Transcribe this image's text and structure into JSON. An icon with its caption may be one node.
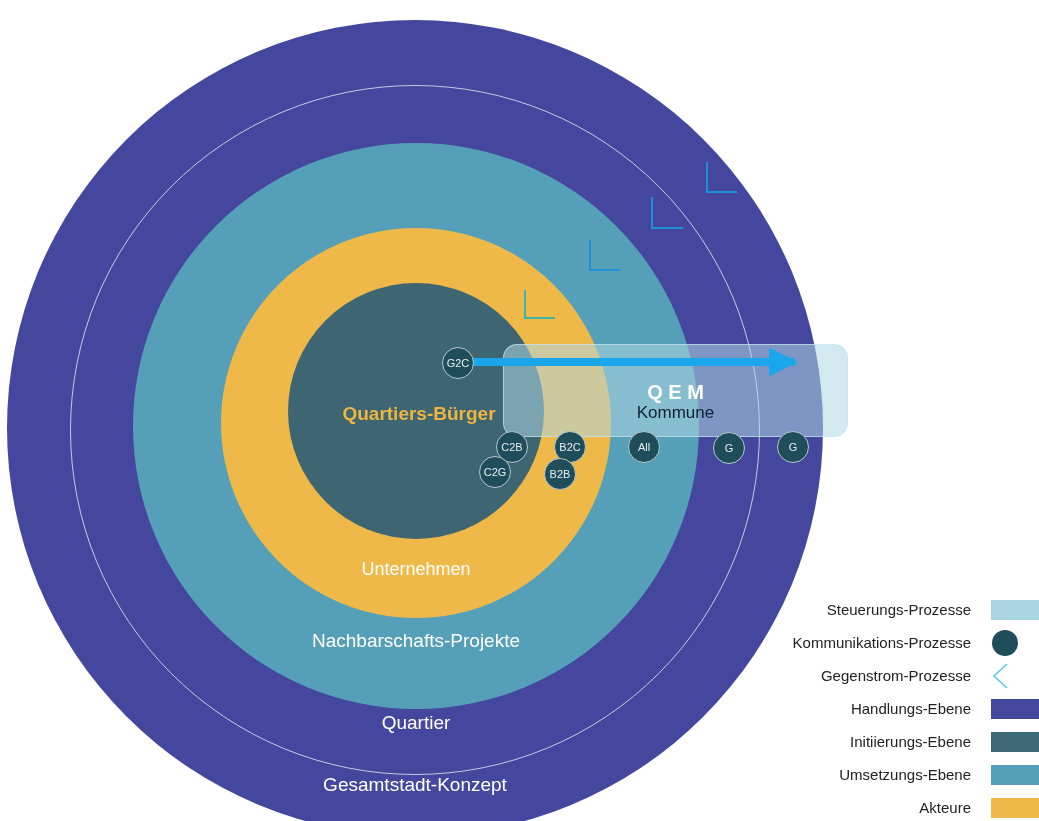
{
  "diagram": {
    "nodes": [
      {
        "text": [
          "Gesamtstadt-Konzept"
        ]
      },
      {
        "text": [
          "Quartier"
        ],
        "in": 0
      },
      {
        "text": [
          "Nachbarschafts-Projekte"
        ],
        "in": 1
      },
      {
        "text": [
          "Unternehmen"
        ],
        "in": 2
      },
      {
        "text": [
          "Quartiers-Bürger"
        ],
        "in": 3
      },
      {
        "text": [
          "Q E M",
          "Kommune"
        ]
      },
      {
        "text": [
          "G2C"
        ],
        "in": 4
      },
      {
        "text": [
          "C2B"
        ],
        "in": 4
      },
      {
        "text": [
          "B2C"
        ],
        "in": 3
      },
      {
        "text": [
          "All"
        ],
        "in": 2
      },
      {
        "text": [
          "G"
        ],
        "in": 1
      },
      {
        "text": [
          "G"
        ],
        "in": 0
      },
      {
        "text": [
          "C2G"
        ],
        "in": 4
      },
      {
        "text": [
          "B2B"
        ],
        "in": 3
      }
    ],
    "edges": [
      {
        "from": 6,
        "to": 5,
        "arrow": "to"
      }
    ],
    "legend": [
      {
        "text": "Steuerungs-Prozesse",
        "color": "#a9d4e2"
      },
      {
        "text": "Kommunikations-Prozesse"
      },
      {
        "text": "Gegenstrom-Prozesse"
      },
      {
        "text": "Handlungs-Ebene",
        "color": "#45479f"
      },
      {
        "text": "Initiierungs-Ebene",
        "color": "#3d6875"
      },
      {
        "text": "Umsetzungs-Ebene",
        "color": "#55a0b8"
      },
      {
        "text": "Akteure",
        "color": "#efb94a"
      }
    ]
  }
}
